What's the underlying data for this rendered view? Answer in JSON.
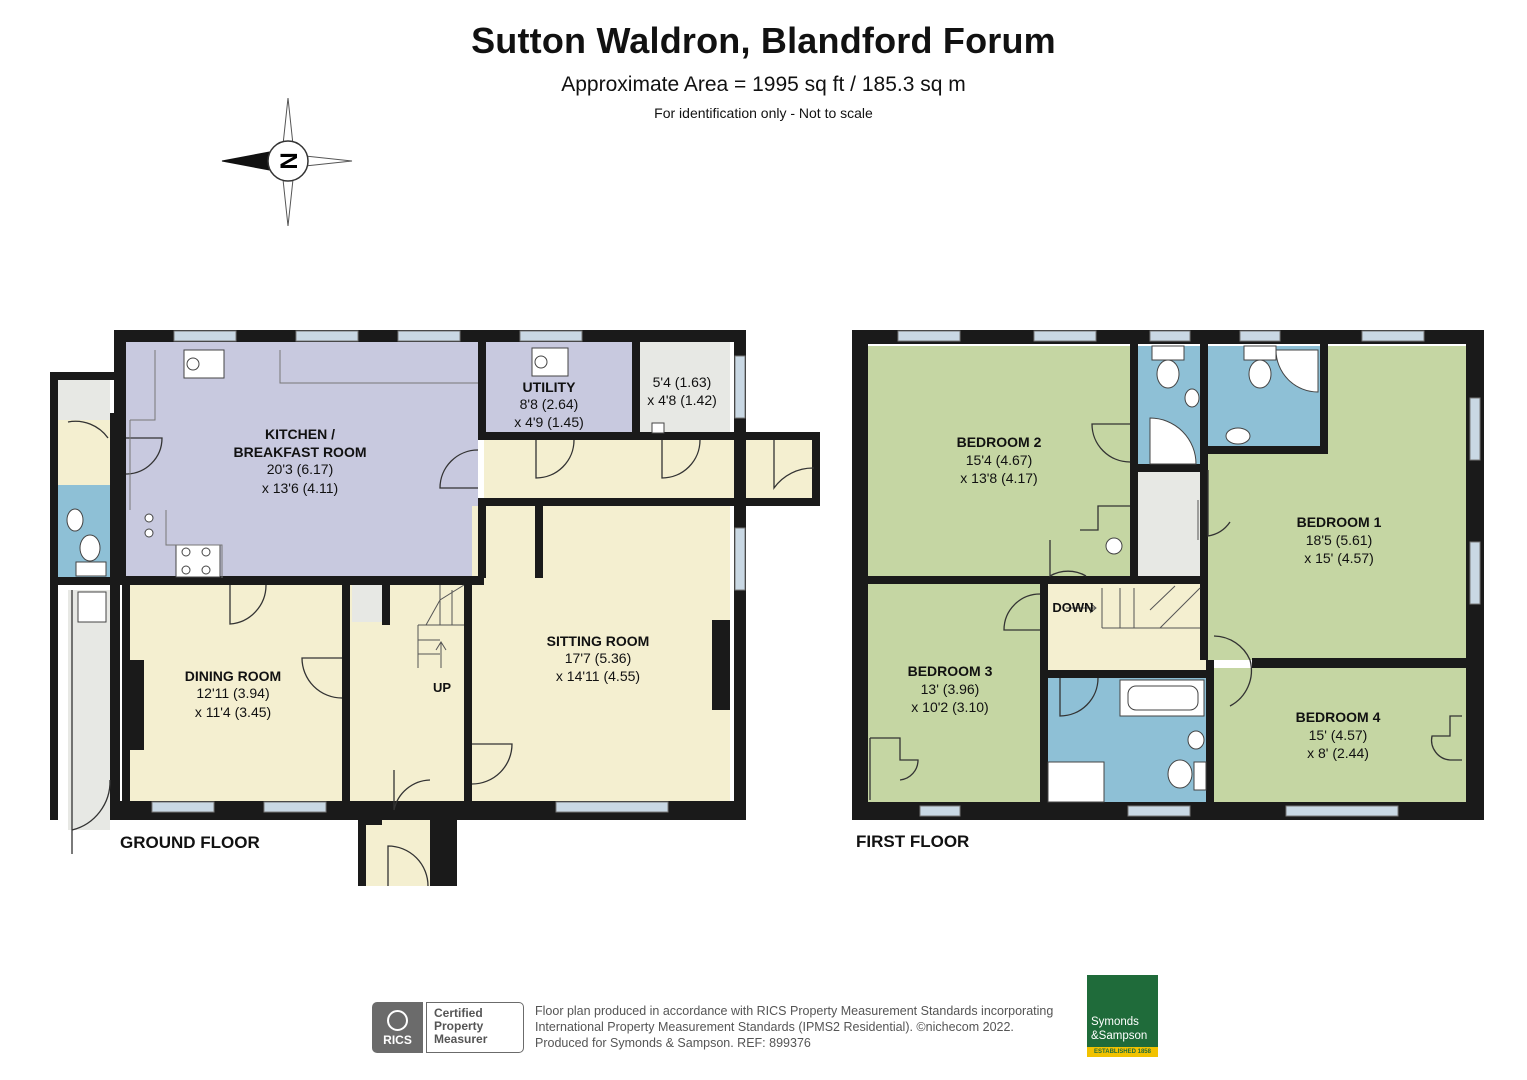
{
  "header": {
    "title": "Sutton Waldron, Blandford Forum",
    "area": "Approximate Area = 1995 sq ft / 185.3 sq m",
    "note": "For identification only - Not to scale"
  },
  "compass": {
    "letter": "N"
  },
  "colors": {
    "kitchen": "#c8c9df",
    "cream": "#f4efd0",
    "green": "#c5d6a3",
    "blue": "#8ec0d6",
    "grey": "#e7e8e4",
    "wall": "#1a1a1a"
  },
  "ground_floor": {
    "label": "GROUND FLOOR",
    "rooms": [
      {
        "name": "KITCHEN /",
        "name2": "BREAKFAST ROOM",
        "dim1": "20'3 (6.17)",
        "dim2": "x 13'6 (4.11)"
      },
      {
        "name": "UTILITY",
        "dim1": "8'8 (2.64)",
        "dim2": "x 4'9 (1.45)"
      },
      {
        "dim1": "5'4 (1.63)",
        "dim2": "x 4'8 (1.42)"
      },
      {
        "name": "DINING ROOM",
        "dim1": "12'11 (3.94)",
        "dim2": "x 11'4 (3.45)"
      },
      {
        "name": "SITTING ROOM",
        "dim1": "17'7 (5.36)",
        "dim2": "x 14'11 (4.55)"
      }
    ],
    "stairs": "UP"
  },
  "first_floor": {
    "label": "FIRST FLOOR",
    "rooms": [
      {
        "name": "BEDROOM 2",
        "dim1": "15'4 (4.67)",
        "dim2": "x 13'8 (4.17)"
      },
      {
        "name": "BEDROOM 1",
        "dim1": "18'5 (5.61)",
        "dim2": "x 15' (4.57)"
      },
      {
        "name": "BEDROOM 3",
        "dim1": "13' (3.96)",
        "dim2": "x 10'2 (3.10)"
      },
      {
        "name": "BEDROOM 4",
        "dim1": "15' (4.57)",
        "dim2": "x 8' (2.44)"
      }
    ],
    "stairs": "DOWN"
  },
  "footer": {
    "rics_logo": "RICS",
    "rics_cert": [
      "Certified",
      "Property",
      "Measurer"
    ],
    "disclaimer": [
      "Floor plan produced in accordance with RICS Property Measurement Standards incorporating",
      "International Property Measurement Standards (IPMS2 Residential).   ©nichecom 2022.",
      "Produced for Symonds & Sampson.   REF: 899376"
    ],
    "agent": [
      "Symonds",
      "&Sampson"
    ],
    "agent_band": "ESTABLISHED 1858"
  }
}
